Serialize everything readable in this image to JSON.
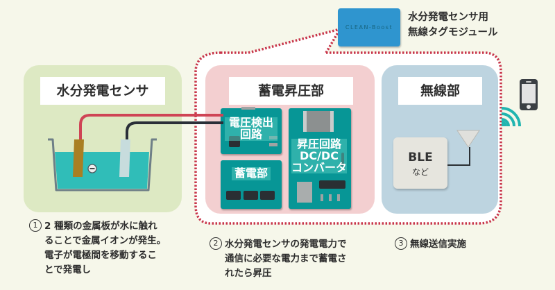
{
  "tag": {
    "logo_text": "CLEAN-Boost",
    "caption_line1": "水分発電センサ用",
    "caption_line2": "無線タグモジュール"
  },
  "panels": {
    "sensor": {
      "title": "水分発電センサ",
      "ion_symbol": "−"
    },
    "charge": {
      "title": "蓄電昇圧部",
      "voltage_detect": {
        "line1": "電圧検出",
        "line2": "回路"
      },
      "storage": {
        "label": "蓄電部"
      },
      "booster": {
        "line1": "昇圧回路",
        "line2": "DC/DC",
        "line3": "コンバータ"
      }
    },
    "radio": {
      "title": "無線部",
      "ble_main": "BLE",
      "ble_sub": "など"
    }
  },
  "steps": [
    {
      "num": "1",
      "lines": [
        "2 種類の金属板が水に触れ",
        "ることで金属イオンが発生。",
        "電子が電極間を移動するこ",
        "とで発電し"
      ]
    },
    {
      "num": "2",
      "lines": [
        "水分発電センサの発電電力で",
        "通信に必要な電力まで蓄電さ",
        "れたら昇圧"
      ]
    },
    {
      "num": "3",
      "lines": [
        "無線送信実施"
      ]
    }
  ],
  "colors": {
    "background": "#f6f7ea",
    "sensor_panel": "#dde9c3",
    "charge_panel": "#f3cfd0",
    "radio_panel": "#bdd4e0",
    "dotted_border": "#c8354a",
    "board": "#079696",
    "water": "#30bdb8",
    "wire_positive": "#cf4455",
    "wire_negative": "#2a2f38",
    "tag_box": "#2f95cf",
    "signal": "#21b5b0"
  }
}
